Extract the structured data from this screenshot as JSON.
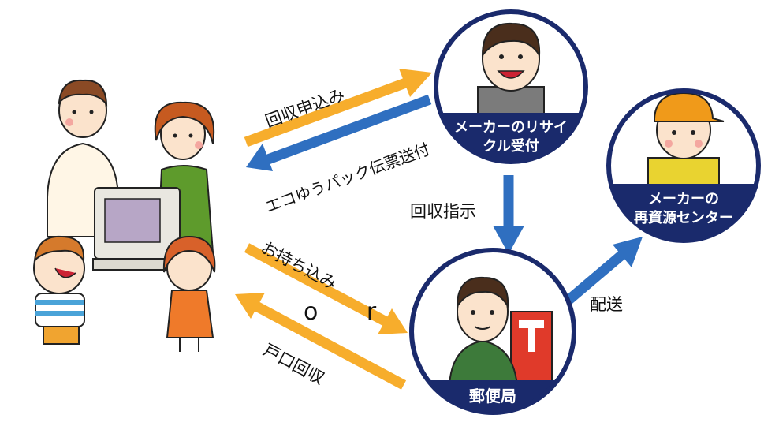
{
  "colors": {
    "navy": "#1a2a6c",
    "orange_arrow": "#f7ad2c",
    "blue_arrow": "#2f6fc0",
    "green_shirt": "#5e9b2c",
    "orange_cap": "#f09a1a",
    "post_red": "#e03a2a"
  },
  "nodes": {
    "maker_reception": {
      "lines": [
        "メーカーのリサイ",
        "クル受付"
      ]
    },
    "recycling_center": {
      "lines": [
        "メーカーの",
        "再資源センター"
      ]
    },
    "post_office": {
      "label": "郵便局"
    }
  },
  "arrows": {
    "apply": "回収申込み",
    "slip": "エコゆうパック伝票送付",
    "instruct": "回収指示",
    "bring": "お持ち込み",
    "or": "o r",
    "pickup": "戸口回収",
    "deliver": "配送"
  },
  "icons": [
    "family-illustration",
    "reception-person-icon",
    "center-worker-icon",
    "postman-icon",
    "post-box-icon"
  ]
}
